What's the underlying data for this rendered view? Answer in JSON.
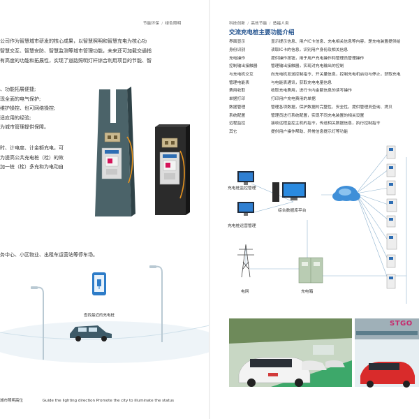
{
  "left": {
    "header": {
      "left": "节能环保",
      "right": "绿色照明"
    },
    "intro_lines": [
      "公司作为智慧城市研发的核心成果，以智慧照明和智慧充电为核心功",
      "智慧交互、智慧安防、智慧监测等城市管理功能，未来还可加载交通指",
      "有高度的功能和拓展性，实现了道路照明灯杆综合利用项目的节能、智"
    ],
    "feature_lines": [
      "、功能拓展便捷;",
      "现全面的电气保护;",
      "维护操控、也可网络操控;",
      "适应用的经验;",
      "为城市管理提供保障。"
    ],
    "charging_lines": [
      "时、计电度、计金额充电，可",
      "为提高公共充电桩（栓）的效",
      "加一桩（栓）多充和为电动自"
    ],
    "locations_line": "务中心、小区物业、出租车运营站等停车场。",
    "phone_caption": "查找最近的充电桩",
    "footer": {
      "cn": "城市照明高位",
      "en": "Guide the lighting direction Promote the city to illuminate the status"
    },
    "colors": {
      "pole_left": "#4b6369",
      "pole_right": "#2b2b2b",
      "accent": "#1e4f8c"
    }
  },
  "right": {
    "header": {
      "parts": [
        "科技创新",
        "高效节能",
        "造福人类"
      ]
    },
    "title": "交流充电桩主要功能介绍",
    "functions": [
      {
        "name": "界面显示",
        "desc": "显示提示信息、用户IC卡信息、充电相关信息等内容，是充电装置提供给"
      },
      {
        "name": "身份识别",
        "desc": "读取IC卡的信息，识别用户身份及相关信息"
      },
      {
        "name": "充电操作",
        "desc": "提供操作按钮，用于用户充电操作和管理员管理操作"
      },
      {
        "name": "控制输出接触器",
        "desc": "管理输出接触器，实现对充电输出的控制"
      },
      {
        "name": "与充电机交互",
        "desc": "向充电机发送控制指令、开关量信息，控制充电机启动与停止，获取充电"
      },
      {
        "name": "管理电能表",
        "desc": "与电能表通讯，获取充电电量信息"
      },
      {
        "name": "费用收取",
        "desc": "收取充电费用，进行卡内金额信息的读写操作"
      },
      {
        "name": "单据打印",
        "desc": "打印用户充电费用的单据"
      },
      {
        "name": "数据管理",
        "desc": "管理各项数据，保护数据的完整性、安全性，提供管理员查询、拷贝"
      },
      {
        "name": "系统配置",
        "desc": "管理员进行系统配置，实现不同充电装置的相关设置"
      },
      {
        "name": "远程监控",
        "desc": "接收远程监控主机的指令，传送相关数据信息，执行控制指令"
      },
      {
        "name": "其它",
        "desc": "提供用户操作帮助、异常信息提示灯等功能"
      }
    ],
    "diagram": {
      "monitor_label": "充电桩监控管理",
      "operation_label": "充电桩运营管理",
      "platform_label": "综合数据库平台",
      "grid_label": "电网",
      "box_label": "充电箱"
    },
    "photo_sign": "STGO"
  }
}
